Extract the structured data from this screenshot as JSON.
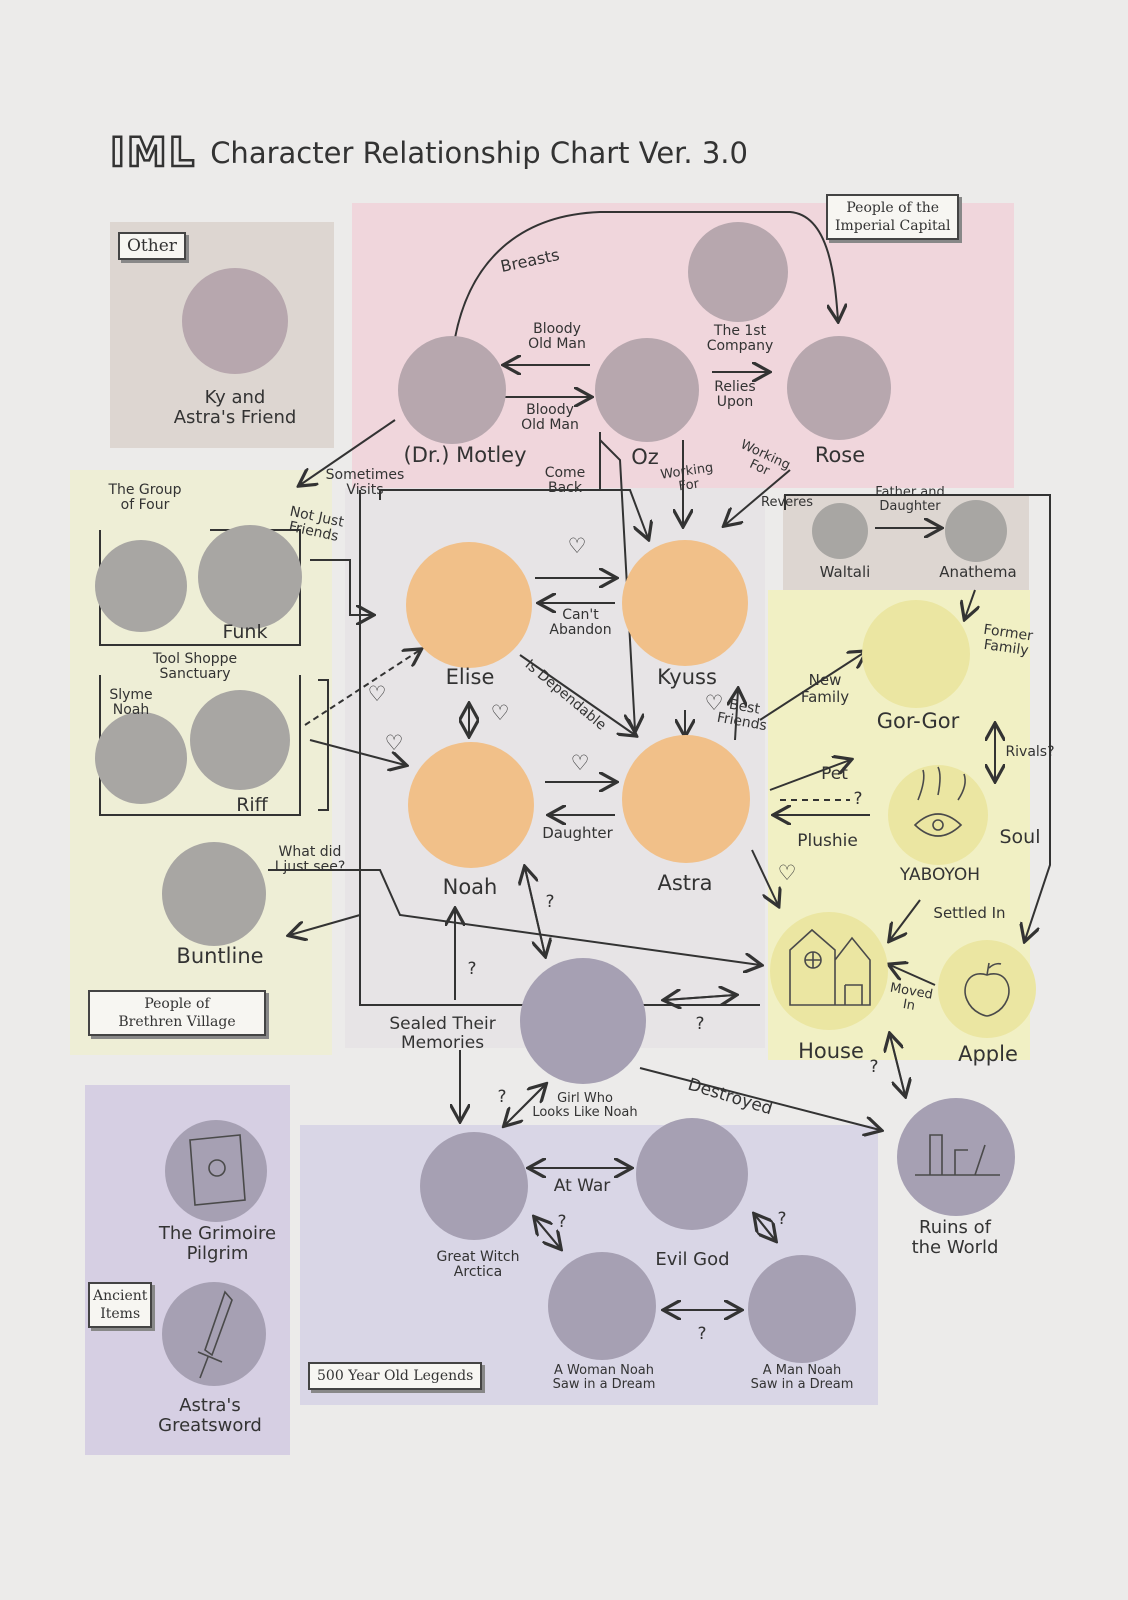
{
  "header": {
    "logo": "IML",
    "title": "Character Relationship Chart Ver. 3.0"
  },
  "groups": {
    "other": "Other",
    "imperial_capital": "People of the\nImperial Capital",
    "group_of_four": "The Group\nof Four",
    "tool_shoppe": "Tool Shoppe\nSanctuary",
    "brethren_village": "People of\nBrethren Village",
    "legends": "500 Year Old Legends",
    "ancient_items": "Ancient\nItems"
  },
  "characters": {
    "ky": "Ky and\nAstra's Friend",
    "motley": "(Dr.) Motley",
    "oz": "Oz",
    "rose": "Rose",
    "funk": "Funk",
    "slyme_noah": "Slyme\nNoah",
    "riff": "Riff",
    "buntline": "Buntline",
    "elise": "Elise",
    "kyuss": "Kyuss",
    "noah": "Noah",
    "astra": "Astra",
    "waltali": "Waltali",
    "anathema": "Anathema",
    "gorgor": "Gor-Gor",
    "soul": "Soul",
    "yaboyoh": "YABOYOH",
    "house": "House",
    "apple": "Apple",
    "girl": "Girl Who\nLooks Like Noah",
    "ruins": "Ruins of\nthe World",
    "arctica": "Great Witch\nArctica",
    "evil_god": "Evil God",
    "woman_dream": "A Woman Noah\nSaw in a Dream",
    "man_dream": "A Man Noah\nSaw in a Dream",
    "grimoire": "The Grimoire\nPilgrim",
    "greatsword": "Astra's\nGreatsword"
  },
  "relations": {
    "breasts": "Breasts",
    "bloody1": "Bloody\nOld Man",
    "bloody2": "Bloody\nOld Man",
    "first_company": "The 1st\nCompany",
    "relies_upon": "Relies\nUpon",
    "working_for1": "Working\nFor",
    "working_for2": "Working\nFor",
    "sometimes_visits": "Sometimes\nVisits",
    "come_back": "Come\nBack",
    "not_just_friends": "Not Just\nFriends",
    "reveres": "Reveres",
    "father_daughter": "Father and\nDaughter",
    "cant_abandon": "Can't\nAbandon",
    "is_dependable": "Is Dependable",
    "best_friends": "Best\nFriends",
    "new_family": "New\nFamily",
    "former_family": "Former\nFamily",
    "rivals": "Rivals?",
    "pet": "Pet",
    "plushie": "Plushie",
    "daughter": "Daughter",
    "what_did": "What did\nI just see?",
    "settled_in": "Settled In",
    "moved_in": "Moved\nIn",
    "sealed": "Sealed Their\nMemories",
    "destroyed": "Destroyed",
    "at_war": "At War",
    "q": "?",
    "heart": "♡"
  },
  "colors": {
    "background": "#ecebea",
    "other_region": "#ddd6d1",
    "imperial_region": "#f0d6dc",
    "brethren_region": "#eeeed6",
    "center_region": "#e7e4e6",
    "yellow_region": "#f1f0c4",
    "legends_region": "#d9d6e6",
    "items_region": "#d6cfe3",
    "gray_node": "#a8a6a3",
    "purple_node": "#a6a0b3",
    "mauve_node": "#b7a7ae",
    "orange_node": "#f1c089",
    "yellow_node": "#ebe6a2"
  }
}
